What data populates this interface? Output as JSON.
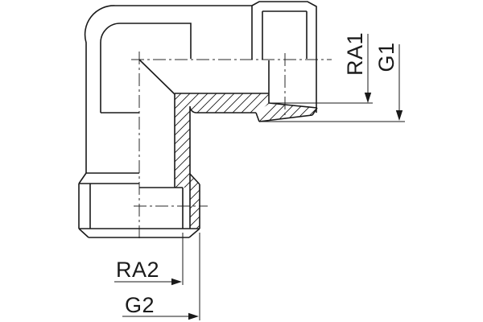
{
  "drawing": {
    "labels": {
      "ra1": "RA1",
      "g1": "G1",
      "ra2": "RA2",
      "g2": "G2"
    },
    "colors": {
      "line": "#1a1a1a",
      "background": "#ffffff",
      "hatch": "#1a1a1a"
    }
  }
}
